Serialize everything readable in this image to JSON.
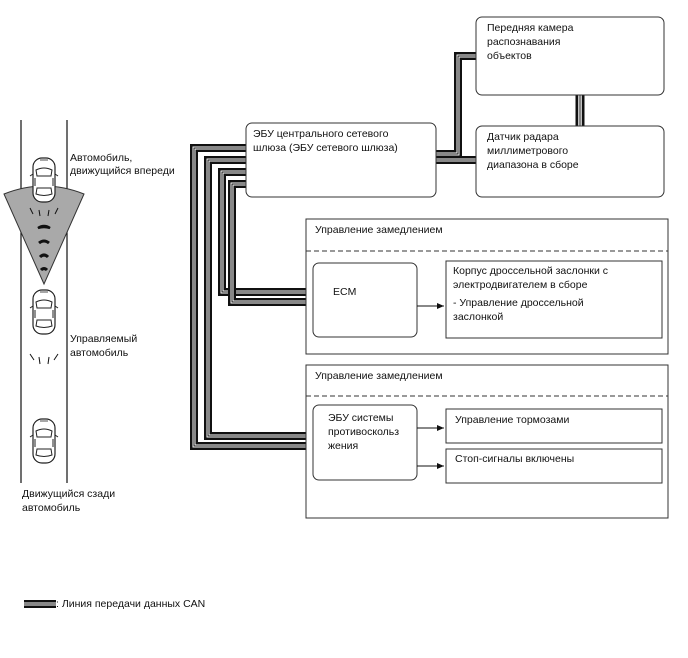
{
  "cars": {
    "front_label": [
      "Автомобиль,",
      "движущийся впереди"
    ],
    "own_label": [
      "Управляемый",
      "автомобиль"
    ],
    "rear_label": [
      "Движущийся сзади",
      "автомобиль"
    ]
  },
  "boxes": {
    "gateway": [
      "ЭБУ центрального сетевого",
      "шлюза (ЭБУ сетевого шлюза)"
    ],
    "camera": [
      "Передняя камера",
      "распознавания",
      "объектов"
    ],
    "radar": [
      "Датчик радара",
      "миллиметрового",
      "диапазона в сборе"
    ]
  },
  "group1": {
    "title": "Управление замедлением",
    "ecm": "ECM",
    "throttle": [
      "Корпус дроссельной заслонки с",
      "электродвигателем в сборе",
      "- Управление дроссельной",
      "заслонкой"
    ]
  },
  "group2": {
    "title": "Управление замедлением",
    "abs": [
      "ЭБУ системы",
      "противоскольз",
      "жения"
    ],
    "brake": "Управление тормозами",
    "stop": "Стоп-сигналы включены"
  },
  "legend": {
    "can": ": Линия передачи данных CAN"
  }
}
